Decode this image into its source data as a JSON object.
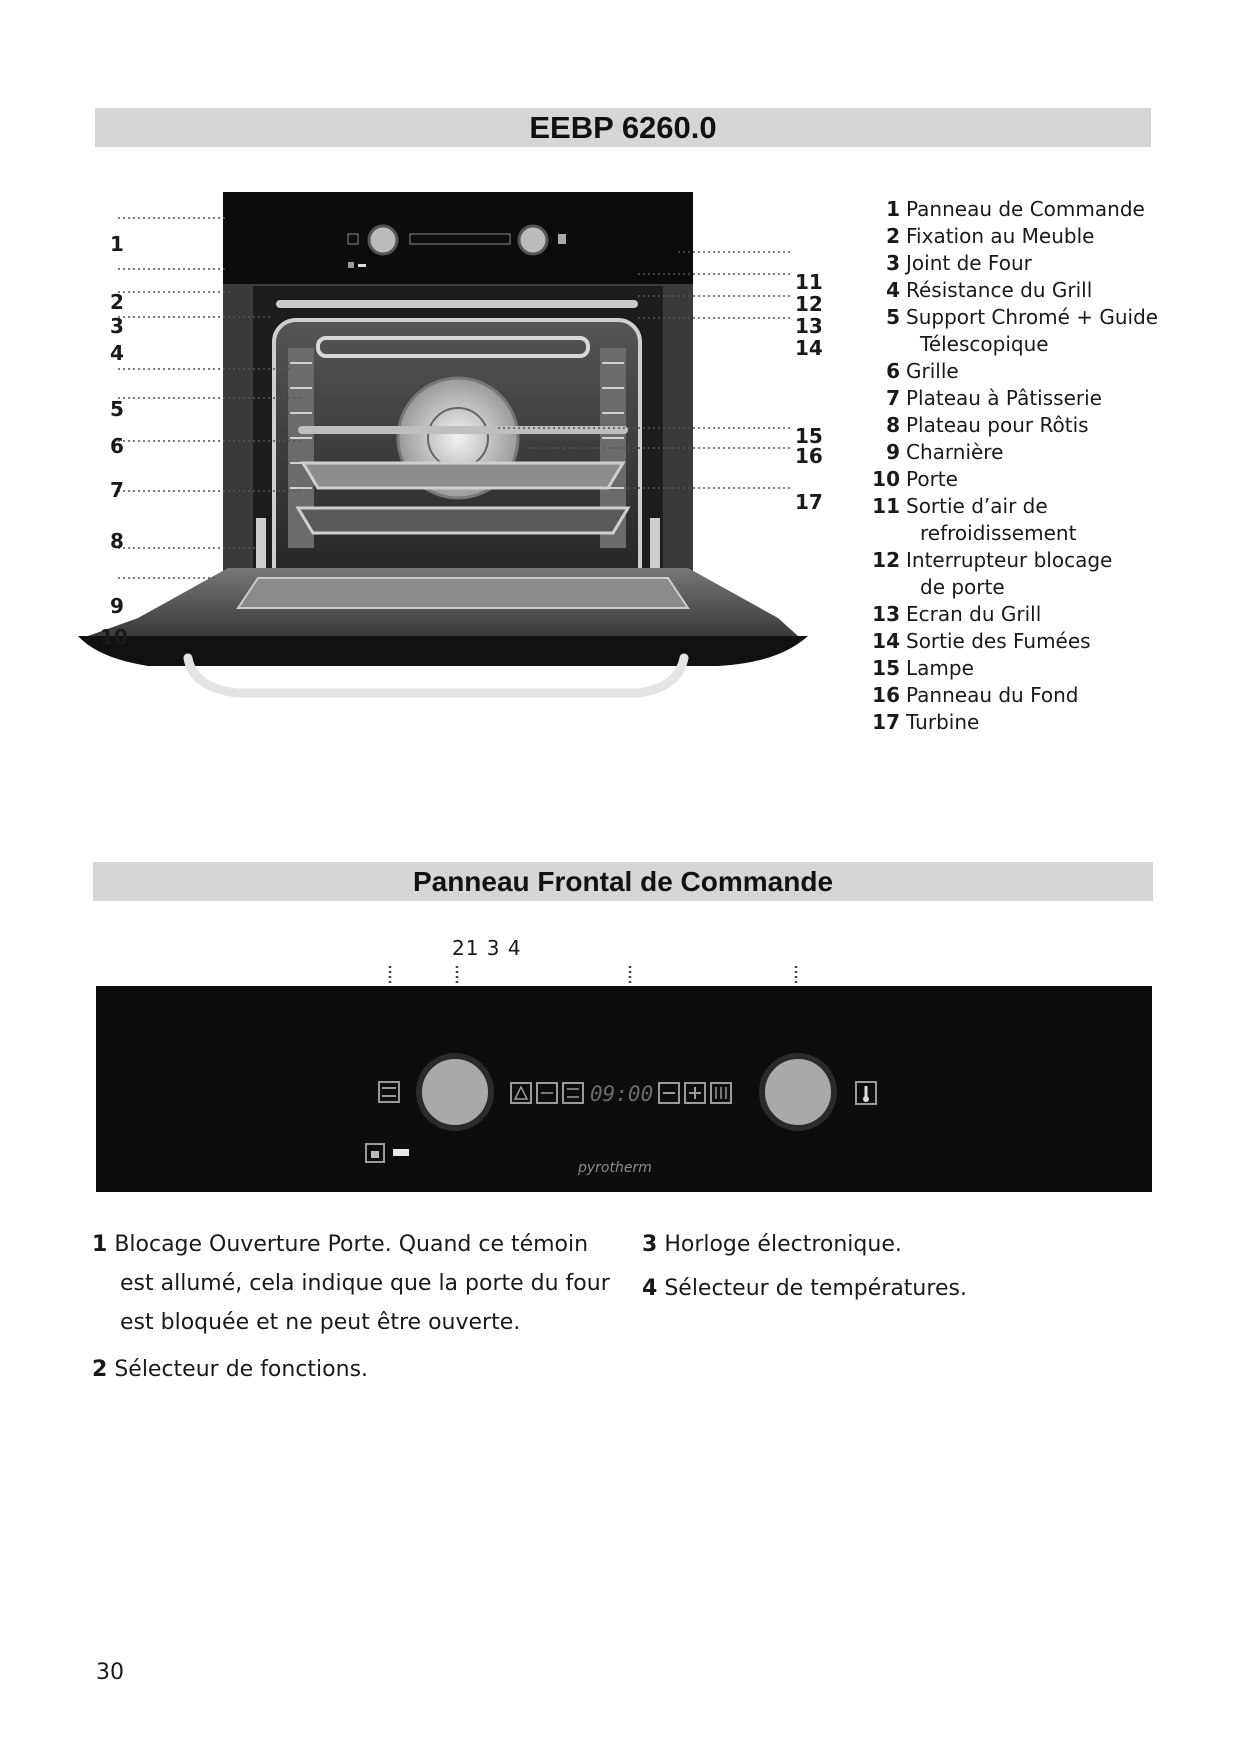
{
  "header_title": "EEBP 6260.0",
  "section_title": "Panneau Frontal de Commande",
  "diagram_labels_left": [
    "1",
    "2",
    "3",
    "4",
    "5",
    "6",
    "7",
    "8",
    "9",
    "10"
  ],
  "diagram_labels_right": [
    "11",
    "12",
    "13",
    "14",
    "15",
    "16",
    "17"
  ],
  "legend": [
    {
      "num": "1",
      "text": "Panneau de Commande"
    },
    {
      "num": "2",
      "text": "Fixation au Meuble"
    },
    {
      "num": "3",
      "text": "Joint de Four"
    },
    {
      "num": "4",
      "text": "Résistance du Grill"
    },
    {
      "num": "5",
      "text": "Support Chromé + Guide",
      "cont": "Télescopique"
    },
    {
      "num": "6",
      "text": "Grille"
    },
    {
      "num": "7",
      "text": "Plateau à Pâtisserie"
    },
    {
      "num": "8",
      "text": "Plateau pour Rôtis"
    },
    {
      "num": "9",
      "text": "Charnière"
    },
    {
      "num": "10",
      "text": "Porte"
    },
    {
      "num": "11",
      "text": "Sortie d’air de",
      "cont": "refroidissement"
    },
    {
      "num": "12",
      "text": "Interrupteur blocage",
      "cont": "de porte"
    },
    {
      "num": "13",
      "text": "Ecran du Grill"
    },
    {
      "num": "14",
      "text": "Sortie des Fumées"
    },
    {
      "num": "15",
      "text": "Lampe"
    },
    {
      "num": "16",
      "text": "Panneau du Fond"
    },
    {
      "num": "17",
      "text": "Turbine"
    }
  ],
  "panel": {
    "callout_numbers": "21 3 4",
    "clock_display": "09:00",
    "brand": "pyrotherm"
  },
  "descriptions": {
    "d1_num": "1",
    "d1_line1": "Blocage Ouverture Porte. Quand ce témoin",
    "d1_line2": "est allumé, cela indique que la porte du four",
    "d1_line3": "est bloquée et ne peut être ouverte.",
    "d2_num": "2",
    "d2_text": "Sélecteur de fonctions.",
    "d3_num": "3",
    "d3_text": "Horloge électronique.",
    "d4_num": "4",
    "d4_text": "Sélecteur de températures."
  },
  "page_number": "30"
}
